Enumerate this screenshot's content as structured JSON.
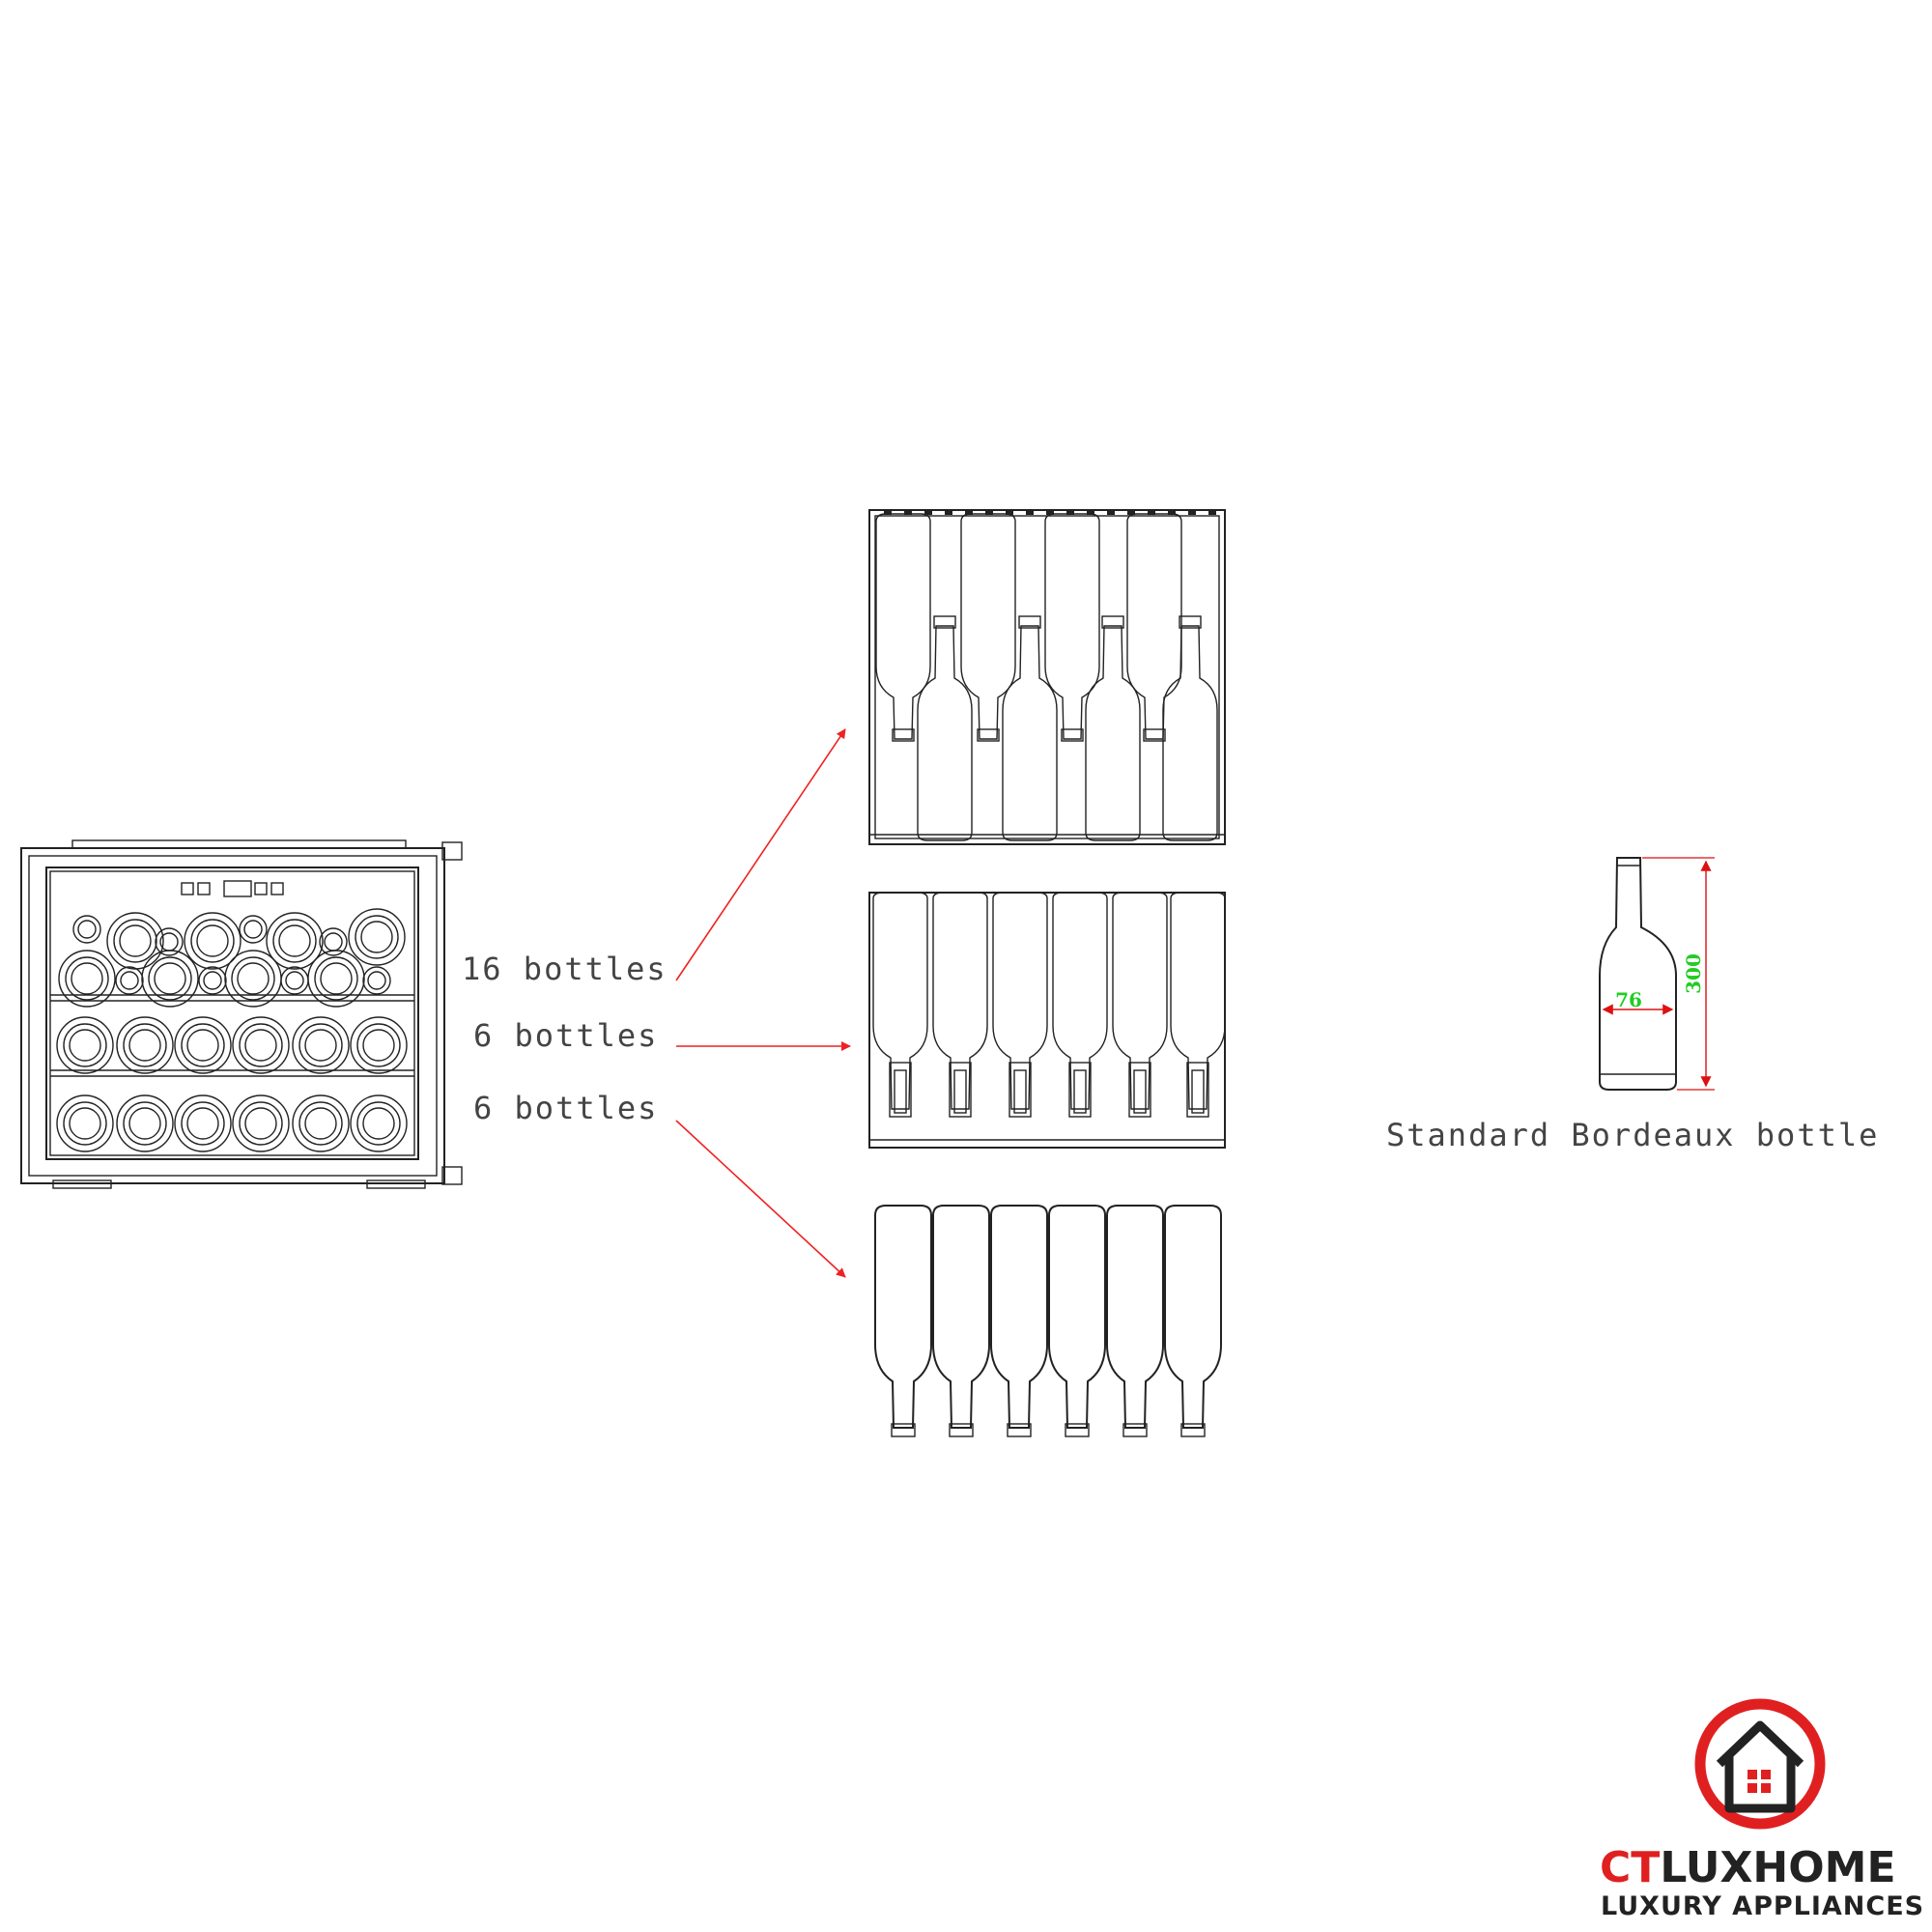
{
  "labels": {
    "top": "16 bottles",
    "middle": "6 bottles",
    "bottom": "6 bottles",
    "reference": "Standard Bordeaux bottle"
  },
  "dimensions": {
    "width": "76",
    "height": "300"
  },
  "brand": {
    "name_part1": "CT",
    "name_part2": "LUXHOME",
    "tagline": "LUXURY APPLIANCES"
  },
  "colors": {
    "arrow": "#ee2222",
    "dimension_text": "#22cc22",
    "dimension_line": "#dd1111",
    "brand_red": "#e02020",
    "brand_dark": "#222222"
  },
  "icons": [
    "wine-cooler-front-view",
    "bottle-rack-top",
    "bottle-rack-middle",
    "bottle-rack-bottom",
    "bordeaux-bottle",
    "house-logo-icon"
  ]
}
